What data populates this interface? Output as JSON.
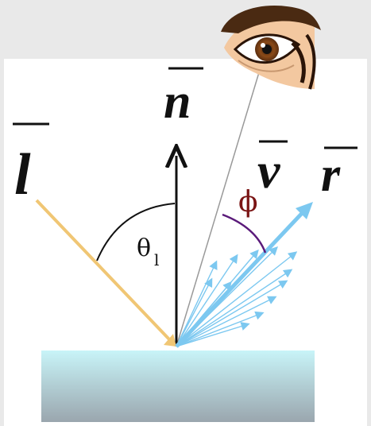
{
  "labels": {
    "normal": "n",
    "light": "l",
    "view": "v",
    "reflect": "r",
    "theta": "θ",
    "theta_sub": "l",
    "phi": "ϕ"
  },
  "colors": {
    "background": "#e9e9e9",
    "panel": "#ffffff",
    "light_ray": "#f0c674",
    "reflected": "#7cc8f0",
    "normal": "#111111",
    "view_line": "#999999",
    "angle_arc_theta": "#111111",
    "angle_arc_phi": "#5a1a7a",
    "phi_label": "#7a1414",
    "surface_top": "#c8f4f8",
    "surface_bottom": "#9aa6ae"
  },
  "icons": {
    "viewer": "eye-icon"
  }
}
